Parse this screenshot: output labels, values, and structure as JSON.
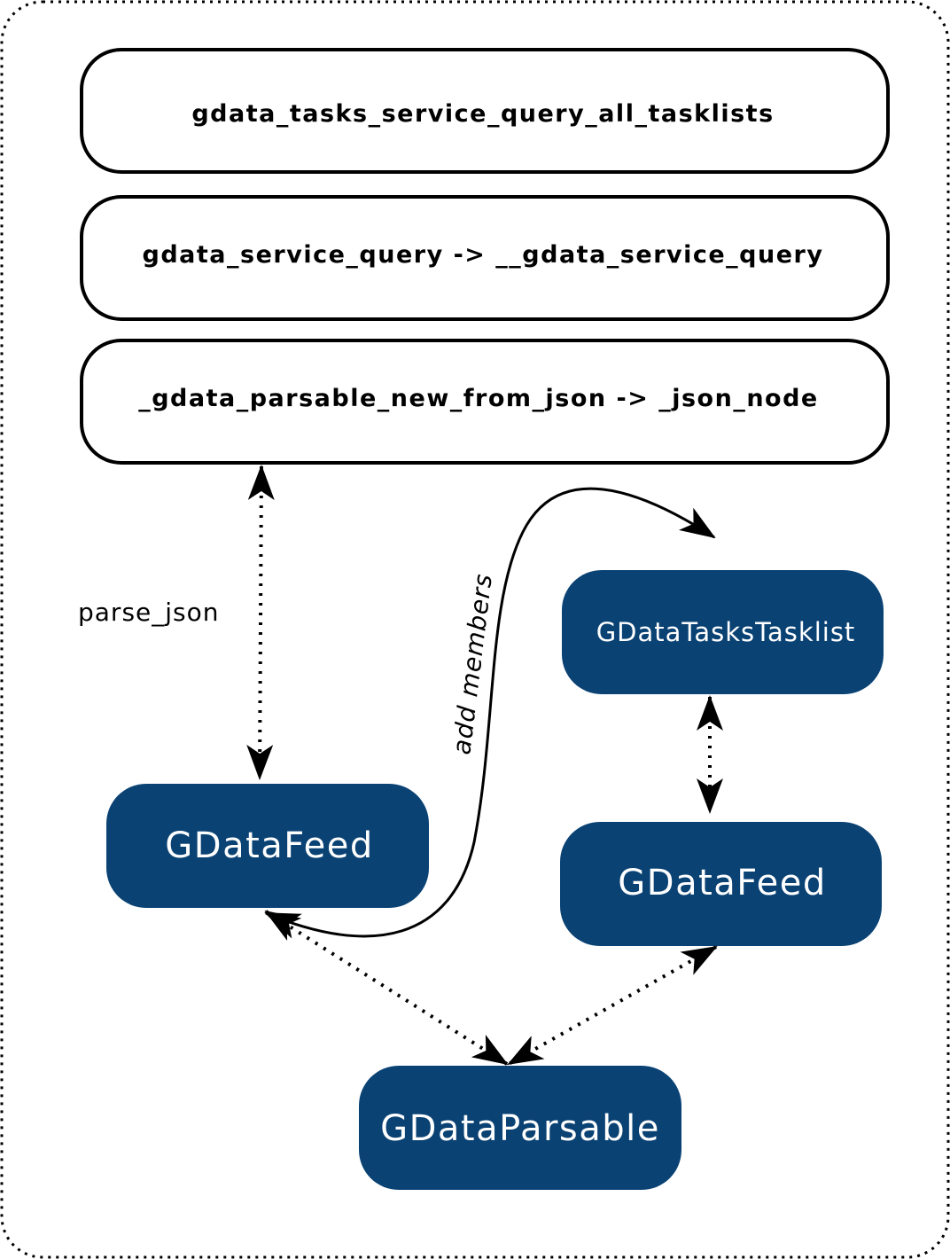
{
  "diagram": {
    "call_stack": [
      {
        "id": "query-all-tasklists",
        "label": "gdata_tasks_service_query_all_tasklists"
      },
      {
        "id": "service-query",
        "label": "gdata_service_query -> __gdata_service_query"
      },
      {
        "id": "parsable-new-from-json",
        "label": "_gdata_parsable_new_from_json -> _json_node"
      }
    ],
    "classes": {
      "feed_left": "GDataFeed",
      "tasklist": "GDataTasksTasklist",
      "feed_right": "GDataFeed",
      "parsable": "GDataParsable"
    },
    "edge_labels": {
      "parse_json": "parse_json",
      "add_members": "add members"
    },
    "colors": {
      "class_box_fill": "#0a4274",
      "class_box_text": "#ffffff",
      "stroke": "#000000"
    }
  }
}
